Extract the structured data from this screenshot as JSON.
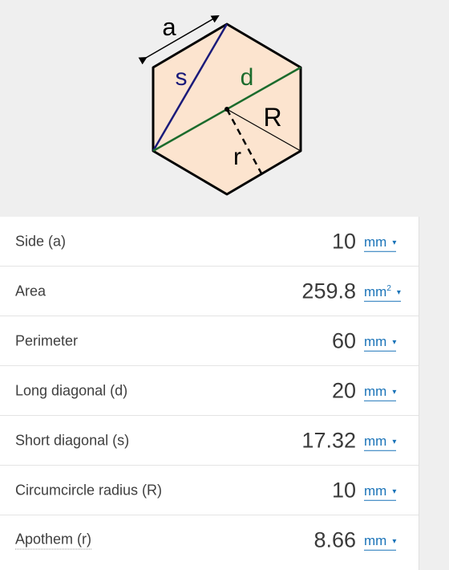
{
  "diagram": {
    "labels": {
      "side": "a",
      "short_diagonal": "s",
      "long_diagonal": "d",
      "circumradius": "R",
      "apothem": "r"
    },
    "colors": {
      "fill": "#fce4cf",
      "outline": "#000000",
      "short_diagonal": "#1a1a7a",
      "long_diagonal": "#1b6b2c"
    }
  },
  "rows": [
    {
      "label": "Side (a)",
      "value": "10",
      "unit": "mm",
      "unit_sup": ""
    },
    {
      "label": "Area",
      "value": "259.8",
      "unit": "mm",
      "unit_sup": "2"
    },
    {
      "label": "Perimeter",
      "value": "60",
      "unit": "mm",
      "unit_sup": ""
    },
    {
      "label": "Long diagonal (d)",
      "value": "20",
      "unit": "mm",
      "unit_sup": ""
    },
    {
      "label": "Short diagonal (s)",
      "value": "17.32",
      "unit": "mm",
      "unit_sup": ""
    },
    {
      "label": "Circumcircle radius (R)",
      "value": "10",
      "unit": "mm",
      "unit_sup": ""
    },
    {
      "label": "Apothem (r)",
      "value": "8.66",
      "unit": "mm",
      "unit_sup": ""
    }
  ],
  "unit_caret": "▾"
}
